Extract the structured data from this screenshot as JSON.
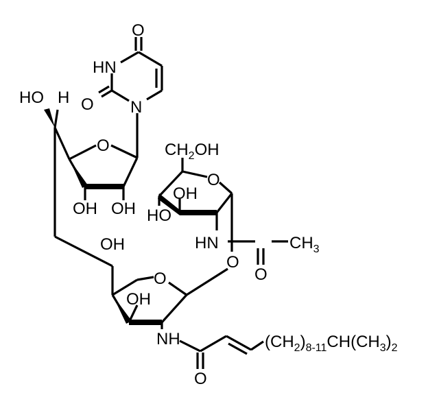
{
  "labels": {
    "carbonyl_o_top": "O",
    "nh_uracil": "HN",
    "carbonyl_o_left": "O",
    "n_uracil": "N",
    "ho_top": "HO",
    "h_top": "H",
    "ring_o_ribose": "O",
    "oh_ribose_left": "OH",
    "oh_ribose_right": "OH",
    "ch2oh_prefix": "CH",
    "ch2oh_sub": "2",
    "ch2oh_suffix": "OH",
    "ring_o_glcnac": "O",
    "oh_glcnac_upper": "OH",
    "oh_glcnac_left": "HO",
    "nh_acetyl": "HN",
    "ch3_prefix": "CH",
    "ch3_sub": "3",
    "acetyl_o": "O",
    "glycosidic_o": "O",
    "oh_lower_top": "OH",
    "ring_o_lower": "O",
    "oh_lower_mid": "OH",
    "nh_lower": "NH",
    "amide_o": "O",
    "chain_ch2": "(CH",
    "chain_ch2_sub": "2",
    "chain_close": ")",
    "chain_repeat": "8-11",
    "chain_ch": "CH(CH",
    "chain_ch3_sub": "3",
    "chain_close2": ")",
    "chain_count": "2"
  }
}
